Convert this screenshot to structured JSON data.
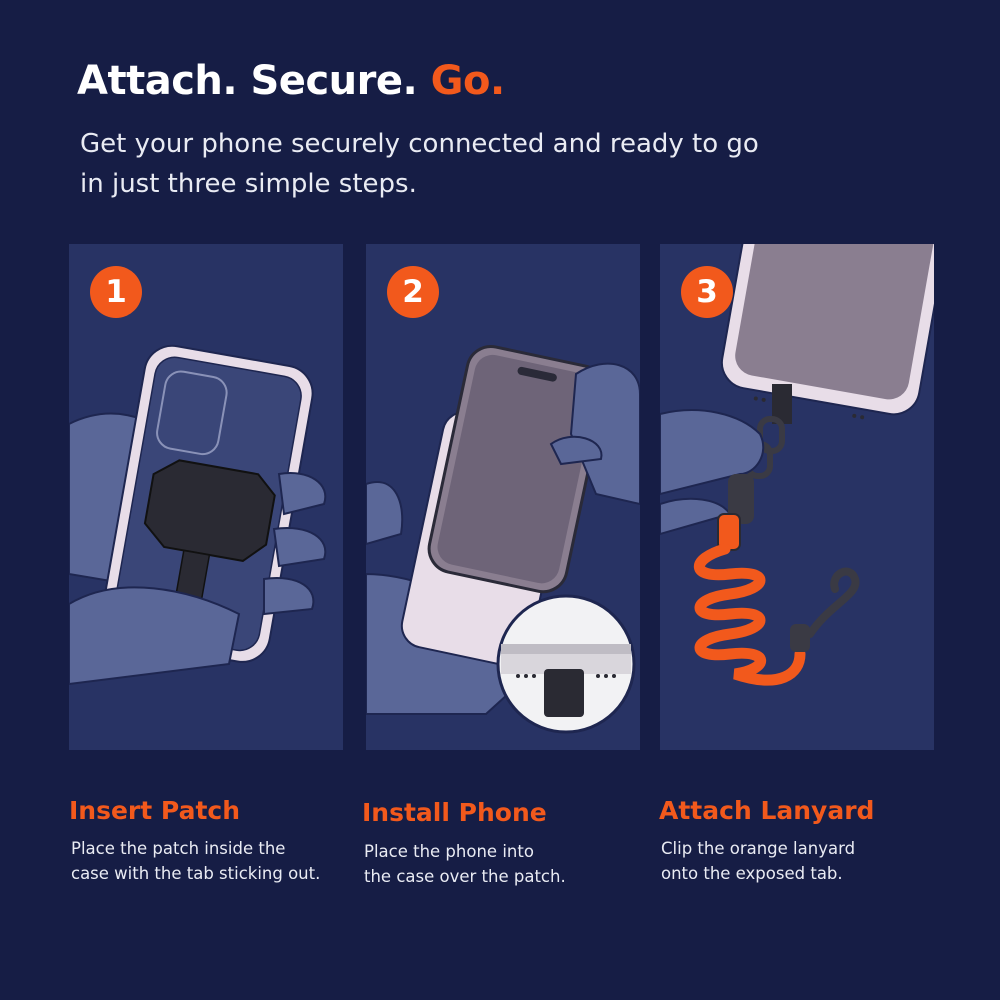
{
  "header": {
    "headline_part1": "Attach. Secure.",
    "headline_accent": "Go.",
    "subheadline": "Get your phone securely connected and ready to go in just three simple steps."
  },
  "steps": [
    {
      "number": "1",
      "title": "Insert Patch",
      "description": "Place the patch inside the\ncase with the tab sticking out."
    },
    {
      "number": "2",
      "title": "Install Phone",
      "description": "Place the phone into\nthe case over the patch."
    },
    {
      "number": "3",
      "title": "Attach Lanyard",
      "description": "Clip the orange lanyard\nonto the exposed tab."
    }
  ],
  "colors": {
    "background": "#161d45",
    "panel": "#283364",
    "accent": "#f2591c",
    "text": "#ffffff"
  }
}
